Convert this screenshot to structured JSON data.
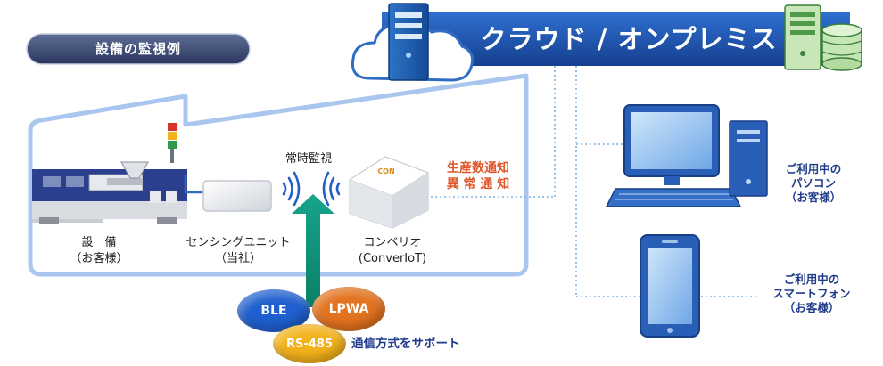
{
  "header": {
    "title": "設備の監視例"
  },
  "cloud": {
    "title": "クラウド / オンプレミス"
  },
  "equipment": {
    "line1": "設　備",
    "line2": "（お客様）"
  },
  "sensing_unit": {
    "line1": "センシングユニット",
    "line2": "（当社）"
  },
  "monitoring": {
    "label": "常時監視"
  },
  "converiot": {
    "line1": "コンベリオ",
    "line2": "(ConverIoT)",
    "logo_text": "CON"
  },
  "notification": {
    "line1": "生産数通知",
    "line2": "異 常 通 知"
  },
  "pc": {
    "line1": "ご利用中の",
    "line2": "パソコン",
    "line3": "（お客様）"
  },
  "smartphone": {
    "line1": "ご利用中の",
    "line2": "スマートフォン",
    "line3": "（お客様）"
  },
  "protocols": {
    "ble": "BLE",
    "lpwa": "LPWA",
    "rs485": "RS-485",
    "support_text": "通信方式をサポート"
  },
  "colors": {
    "navy": "#1e3a8a",
    "cloud_bar": "#1d4ea8",
    "arrow_teal": "#0e9178",
    "notify_orange": "#e0562a",
    "frame_blue": "#a8c6ee",
    "ble": "#1f5fcf",
    "lpwa": "#e2731f",
    "rs485": "#f3b21a"
  }
}
